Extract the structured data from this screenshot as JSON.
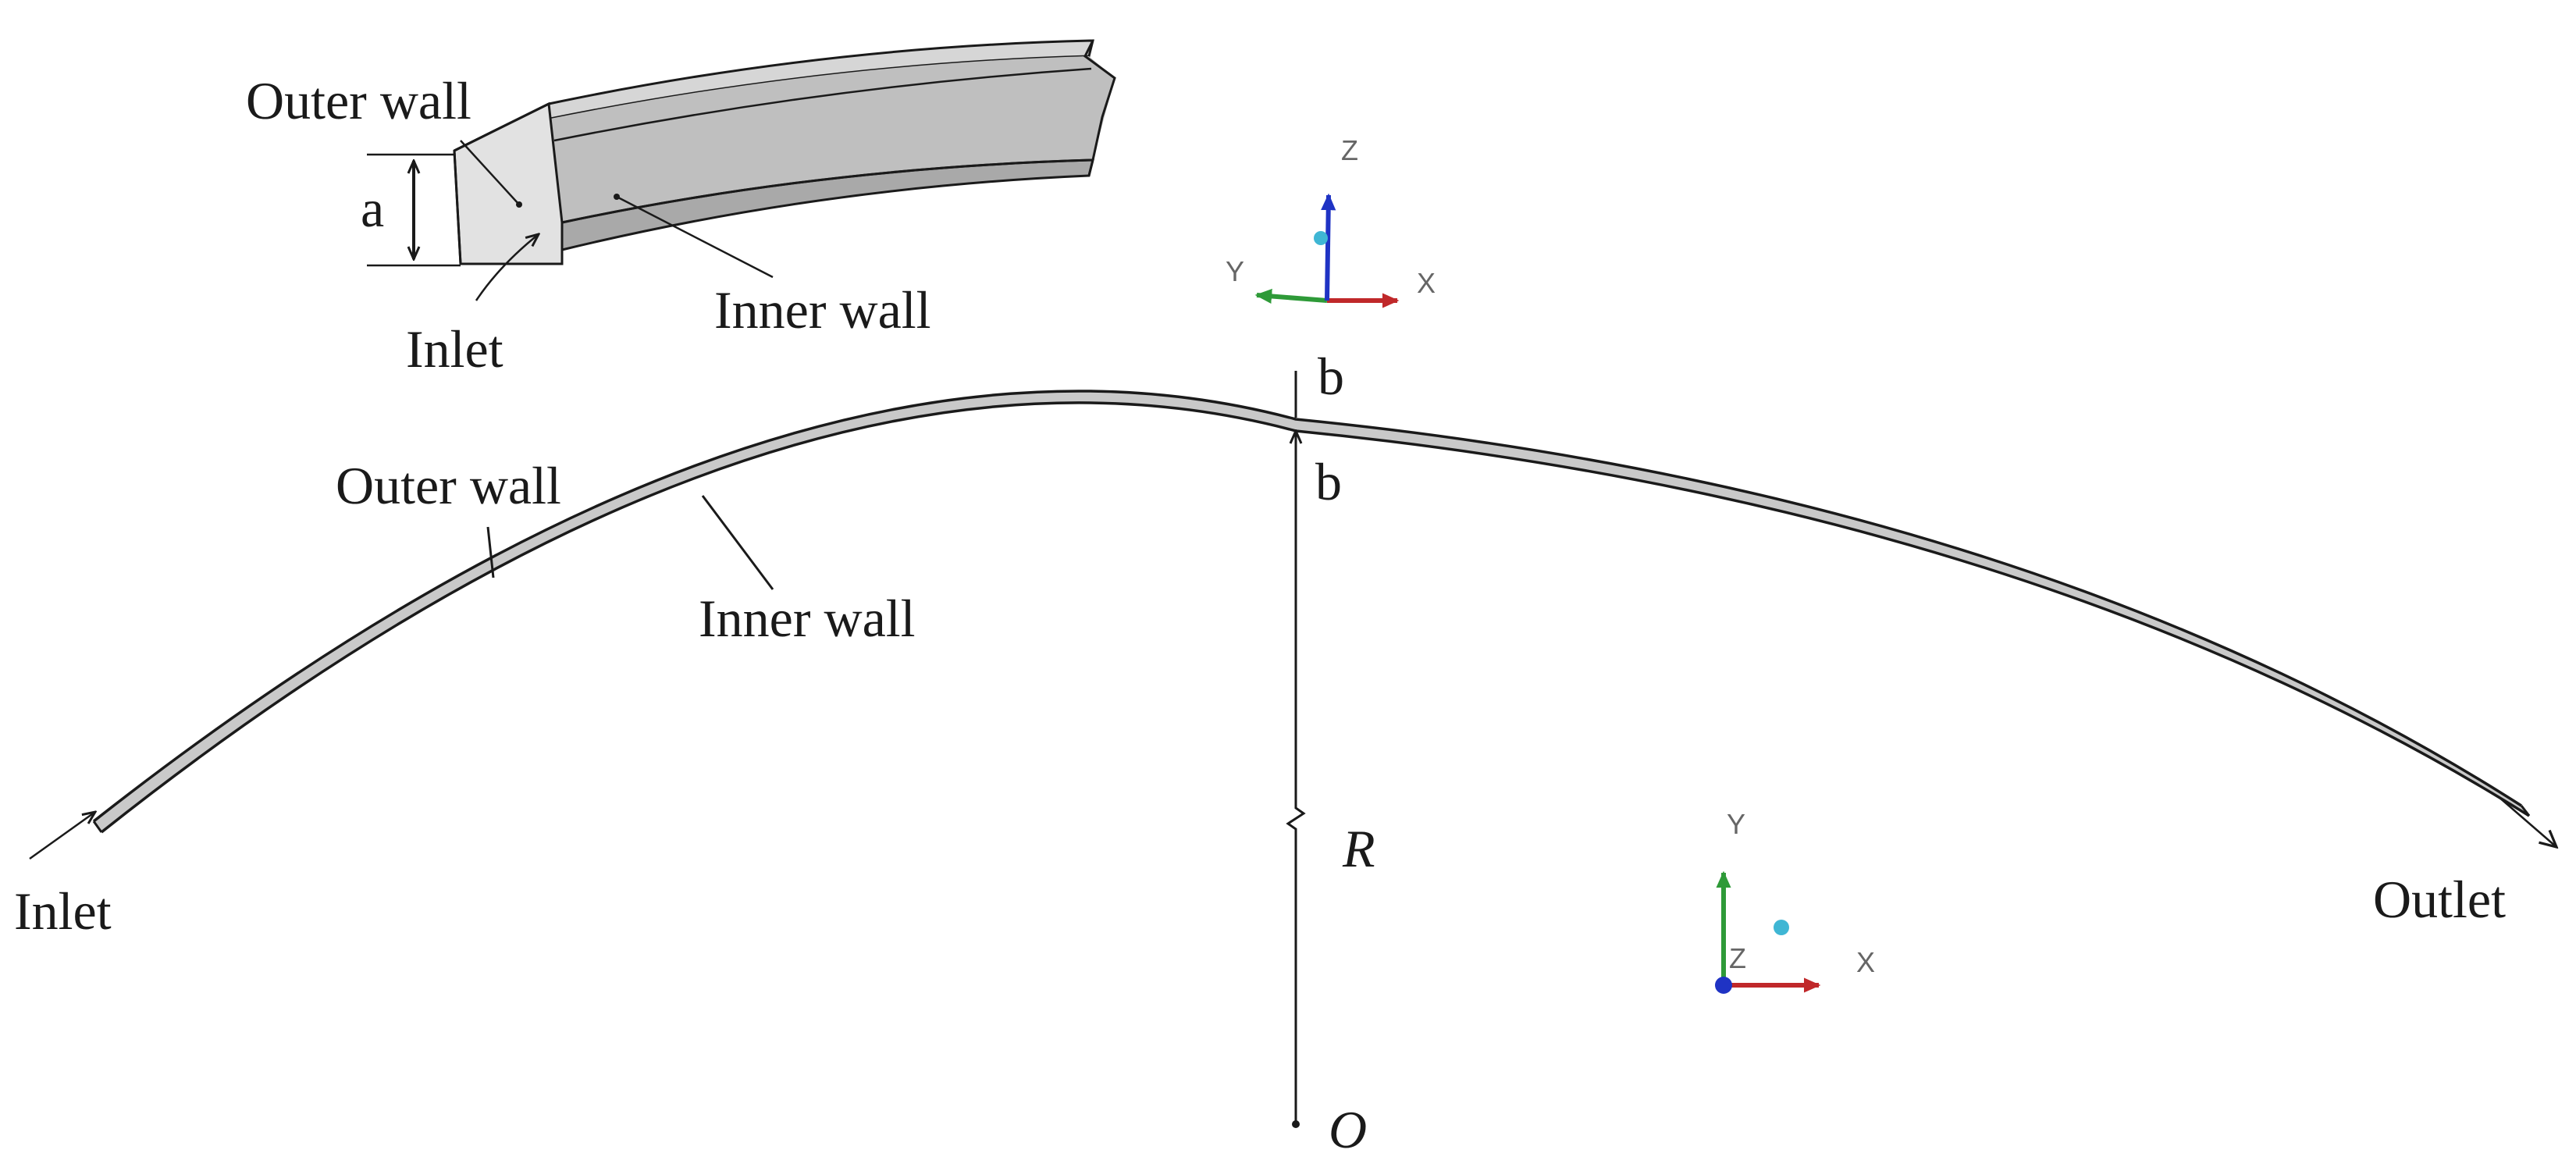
{
  "inset": {
    "outer_wall": "Outer wall",
    "inner_wall": "Inner wall",
    "inlet": "Inlet",
    "dimension": "a"
  },
  "main": {
    "outer_wall": "Outer wall",
    "inner_wall": "Inner wall",
    "inlet": "Inlet",
    "outlet": "Outlet",
    "section_top": "b",
    "section_bottom": "b",
    "radius": "R",
    "origin": "O"
  },
  "triad_top": {
    "x": "X",
    "y": "Y",
    "z": "Z"
  },
  "triad_bottom": {
    "x": "X",
    "y": "Y",
    "z": "Z"
  },
  "colors": {
    "x_axis": "#c0282a",
    "y_axis": "#2e9a38",
    "z_axis": "#1f33c4",
    "hub": "#3fb6d4",
    "duct_fill": "#c9c9c9",
    "duct_face": "#dcdcdc",
    "outline": "#1a1a1a"
  }
}
